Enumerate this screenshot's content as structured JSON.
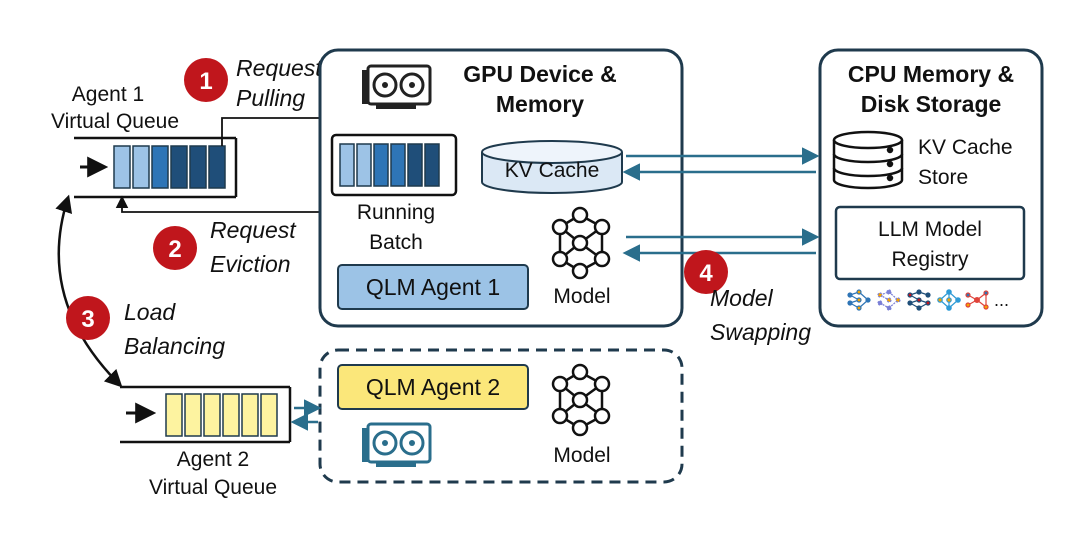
{
  "agent1_queue": {
    "label_line1": "Agent 1",
    "label_line2": "Virtual Queue"
  },
  "agent2_queue": {
    "label_line1": "Agent 2",
    "label_line2": "Virtual Queue"
  },
  "steps": [
    {
      "number": "1",
      "line1": "Request",
      "line2": "Pulling"
    },
    {
      "number": "2",
      "line1": "Request",
      "line2": "Eviction"
    },
    {
      "number": "3",
      "line1": "Load",
      "line2": "Balancing"
    },
    {
      "number": "4",
      "line1": "Model",
      "line2": "Swapping"
    }
  ],
  "gpu_box": {
    "title_line1": "GPU Device &",
    "title_line2": "Memory",
    "kv_cache": "KV Cache",
    "running_batch_line1": "Running",
    "running_batch_line2": "Batch",
    "agent_label": "QLM Agent 1",
    "model_label": "Model"
  },
  "gpu_box2": {
    "agent_label": "QLM Agent 2",
    "model_label": "Model"
  },
  "cpu_box": {
    "title_line1": "CPU Memory &",
    "title_line2": "Disk Storage",
    "kv_store_line1": "KV Cache",
    "kv_store_line2": "Store",
    "registry_line1": "LLM Model",
    "registry_line2": "Registry",
    "ellipsis": "..."
  },
  "colors": {
    "step_badge": "#c0161c",
    "box_border": "#1f3a4d",
    "arrow": "#2a6e8c",
    "agent1_fill": "#9cc3e6",
    "agent2_fill": "#fbe77a",
    "queue1_dark": "#1f4e79",
    "queue1_mid": "#2e75b6",
    "queue1_light": "#9dc3e6",
    "queue2": "#fdf3a0"
  }
}
